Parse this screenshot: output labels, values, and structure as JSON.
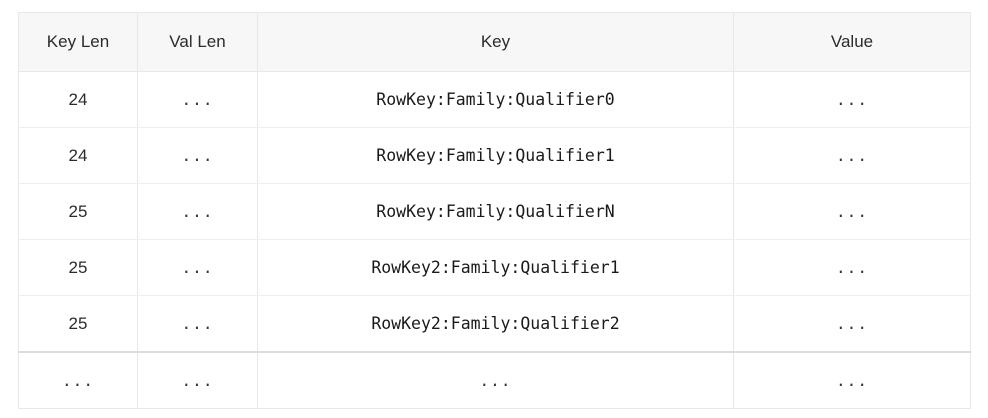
{
  "table": {
    "columns": [
      {
        "key": "key_len",
        "label": "Key Len",
        "align": "center"
      },
      {
        "key": "val_len",
        "label": "Val Len",
        "align": "center"
      },
      {
        "key": "key",
        "label": "Key",
        "align": "center"
      },
      {
        "key": "value",
        "label": "Value",
        "align": "center"
      }
    ],
    "rows": [
      {
        "key_len": "24",
        "val_len": "...",
        "key": "RowKey:Family:Qualifier0",
        "value": "..."
      },
      {
        "key_len": "24",
        "val_len": "...",
        "key": "RowKey:Family:Qualifier1",
        "value": "..."
      },
      {
        "key_len": "25",
        "val_len": "...",
        "key": "RowKey:Family:QualifierN",
        "value": "..."
      },
      {
        "key_len": "25",
        "val_len": "...",
        "key": "RowKey2:Family:Qualifier1",
        "value": "..."
      },
      {
        "key_len": "25",
        "val_len": "...",
        "key": "RowKey2:Family:Qualifier2",
        "value": "..."
      },
      {
        "key_len": "...",
        "val_len": "...",
        "key": "...",
        "value": "..."
      }
    ]
  },
  "colors": {
    "header_background": "#f7f7f7",
    "header_text": "#2b2b2b",
    "body_text": "#1a1a1a",
    "border": "#e8e8e8",
    "row_border": "#efefef",
    "continuation_border": "#dcdcdc",
    "page_background": "#ffffff"
  }
}
